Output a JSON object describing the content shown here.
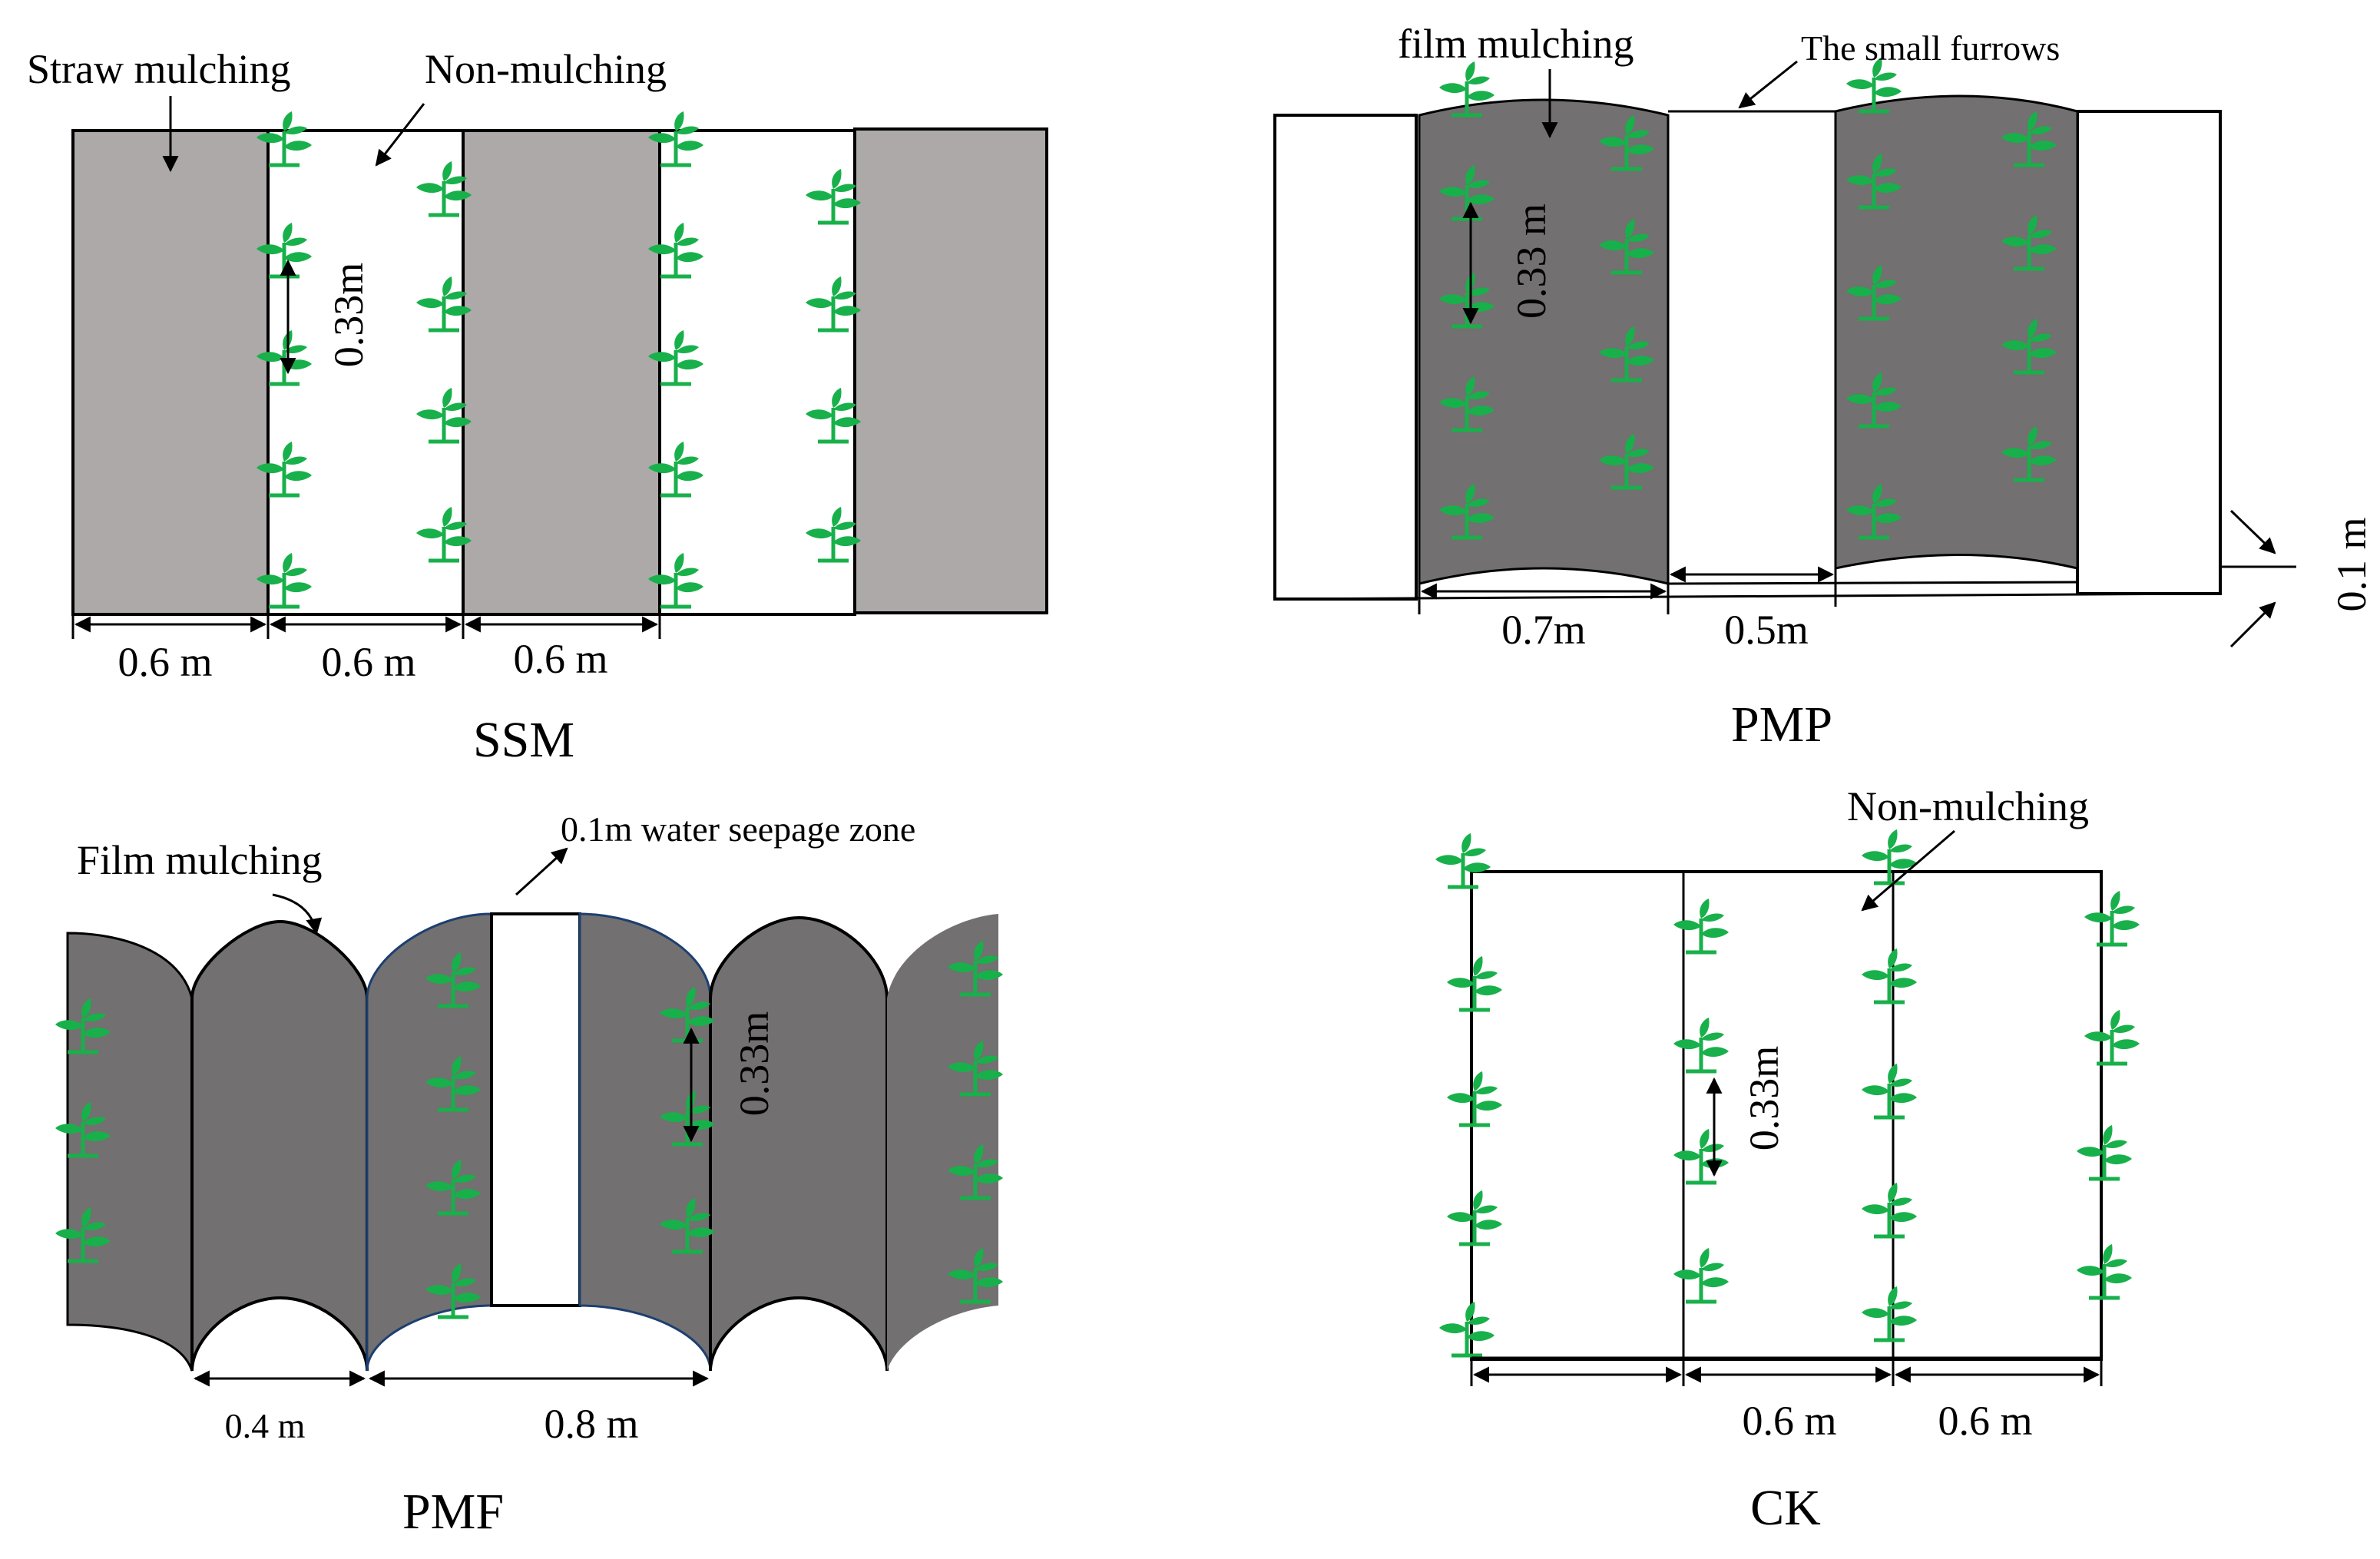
{
  "colors": {
    "straw": "#aca9a8",
    "film": "#727070",
    "plant": "#18b04a",
    "line": "#000000",
    "bare": "#ffffff"
  },
  "panels": {
    "ssm": {
      "title": "SSM",
      "label_straw": "Straw mulching",
      "label_non": "Non-mulching",
      "spacing": "0.33m",
      "dims": [
        "0.6 m",
        "0.6 m",
        "0.6 m"
      ]
    },
    "pmp": {
      "title": "PMP",
      "label_film": "film mulching",
      "label_furrows": "The small furrows",
      "spacing": "0.33 m",
      "dims": [
        "0.7m",
        "0.5m"
      ],
      "height_dim": "0.1 m"
    },
    "pmf": {
      "title": "PMF",
      "label_film": "Film mulching",
      "label_seepage": "0.1m water seepage zone",
      "spacing": "0.33m",
      "dims": [
        "0.4 m",
        "0.8 m"
      ]
    },
    "ck": {
      "title": "CK",
      "label_non": "Non-mulching",
      "spacing": "0.33m",
      "dims": [
        "0.6 m",
        "0.6 m"
      ]
    }
  },
  "icons": [
    "plant-icon",
    "arrow-icon"
  ]
}
